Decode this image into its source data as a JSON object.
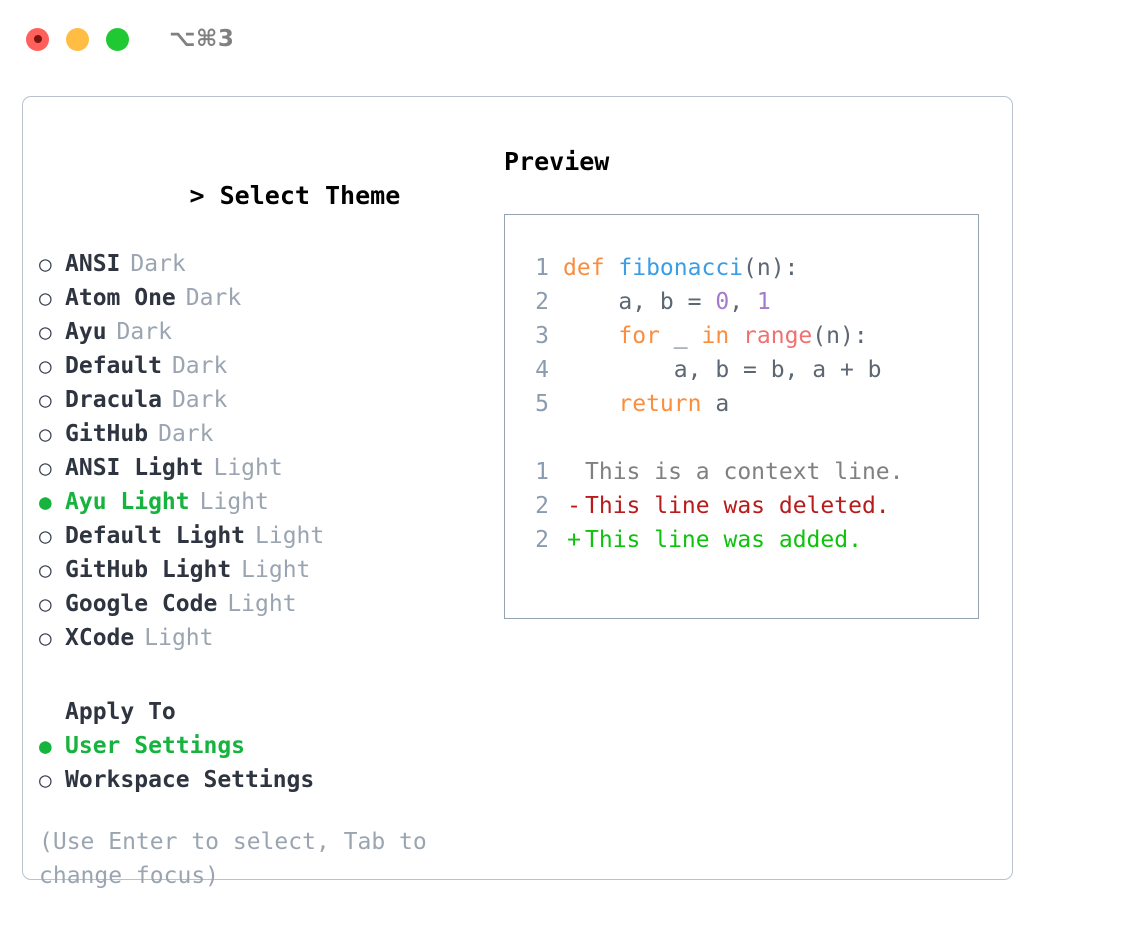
{
  "titlebar": {
    "shortcut": "⌥⌘3",
    "buttons": [
      "close",
      "minimize",
      "maximize"
    ]
  },
  "theme_panel": {
    "header_prompt": "> ",
    "header": "Select Theme",
    "bullet_selected": "●",
    "bullet_unselected": "○",
    "items": [
      {
        "name": "ANSI",
        "variant": "Dark",
        "selected": false
      },
      {
        "name": "Atom One",
        "variant": "Dark",
        "selected": false
      },
      {
        "name": "Ayu",
        "variant": "Dark",
        "selected": false
      },
      {
        "name": "Default",
        "variant": "Dark",
        "selected": false
      },
      {
        "name": "Dracula",
        "variant": "Dark",
        "selected": false
      },
      {
        "name": "GitHub",
        "variant": "Dark",
        "selected": false
      },
      {
        "name": "ANSI Light",
        "variant": "Light",
        "selected": false
      },
      {
        "name": "Ayu Light",
        "variant": "Light",
        "selected": true
      },
      {
        "name": "Default Light",
        "variant": "Light",
        "selected": false
      },
      {
        "name": "GitHub Light",
        "variant": "Light",
        "selected": false
      },
      {
        "name": "Google Code",
        "variant": "Light",
        "selected": false
      },
      {
        "name": "XCode",
        "variant": "Light",
        "selected": false
      }
    ],
    "apply_to": {
      "title": "Apply To",
      "options": [
        {
          "label": "User Settings",
          "selected": true
        },
        {
          "label": "Workspace Settings",
          "selected": false
        }
      ]
    },
    "hint": "(Use Enter to select, Tab to change focus)"
  },
  "preview": {
    "title": "Preview",
    "code_lines": [
      {
        "number": "1",
        "tokens": [
          {
            "text": "def ",
            "kind": "kw"
          },
          {
            "text": "fibonacci",
            "kind": "fn"
          },
          {
            "text": "(n):",
            "kind": "pun"
          }
        ]
      },
      {
        "number": "2",
        "tokens": [
          {
            "text": "    a, b = ",
            "kind": "var"
          },
          {
            "text": "0",
            "kind": "num"
          },
          {
            "text": ", ",
            "kind": "var"
          },
          {
            "text": "1",
            "kind": "num"
          }
        ]
      },
      {
        "number": "3",
        "tokens": [
          {
            "text": "    ",
            "kind": "var"
          },
          {
            "text": "for",
            "kind": "kw"
          },
          {
            "text": " _ ",
            "kind": "var"
          },
          {
            "text": "in",
            "kind": "kw"
          },
          {
            "text": " ",
            "kind": "var"
          },
          {
            "text": "range",
            "kind": "bi"
          },
          {
            "text": "(n):",
            "kind": "pun"
          }
        ]
      },
      {
        "number": "4",
        "tokens": [
          {
            "text": "        a, b = b, a + b",
            "kind": "var"
          }
        ]
      },
      {
        "number": "5",
        "tokens": [
          {
            "text": "    ",
            "kind": "var"
          },
          {
            "text": "return",
            "kind": "kw"
          },
          {
            "text": " a",
            "kind": "var"
          }
        ]
      }
    ],
    "diff_lines": [
      {
        "number": "1",
        "mark": " ",
        "text": "This is a context line.",
        "kind": "ctx"
      },
      {
        "number": "2",
        "mark": "-",
        "text": "This line was deleted.",
        "kind": "del"
      },
      {
        "number": "2",
        "mark": "+",
        "text": "This line was added.",
        "kind": "add"
      }
    ]
  },
  "colors": {
    "accent_green": "#16b33f",
    "keyword": "#FA8D3E",
    "function": "#399EE6",
    "number": "#A37ACC",
    "builtin": "#F07171",
    "muted": "#9aa5b1",
    "diff_delete": "#b81b1b",
    "diff_add": "#0ec20e"
  }
}
